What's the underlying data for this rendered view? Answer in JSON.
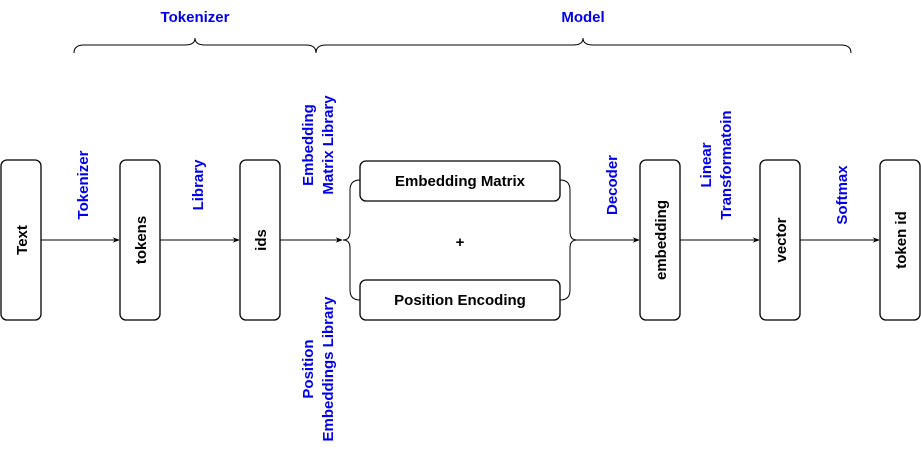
{
  "colors": {
    "label": "#0000EE",
    "stroke": "#000000",
    "fill": "#ffffff"
  },
  "sections": {
    "tokenizer": "Tokenizer",
    "model": "Model"
  },
  "nodes": {
    "text": "Text",
    "tokens": "tokens",
    "ids": "ids",
    "embedding_matrix": "Embedding Matrix",
    "plus": "+",
    "position_encoding": "Position Encoding",
    "embedding": "embedding",
    "vector": "vector",
    "token_id": "token id"
  },
  "edges": {
    "tokenizer": "Tokenizer",
    "library": "Library",
    "embedding_matrix_library": [
      "Embedding",
      "Matrix Library"
    ],
    "position_embeddings_library": [
      "Position",
      "Embeddings Library"
    ],
    "decoder": "Decoder",
    "linear_transformation": [
      "Linear",
      "Transformatoin"
    ],
    "softmax": "Softmax"
  }
}
